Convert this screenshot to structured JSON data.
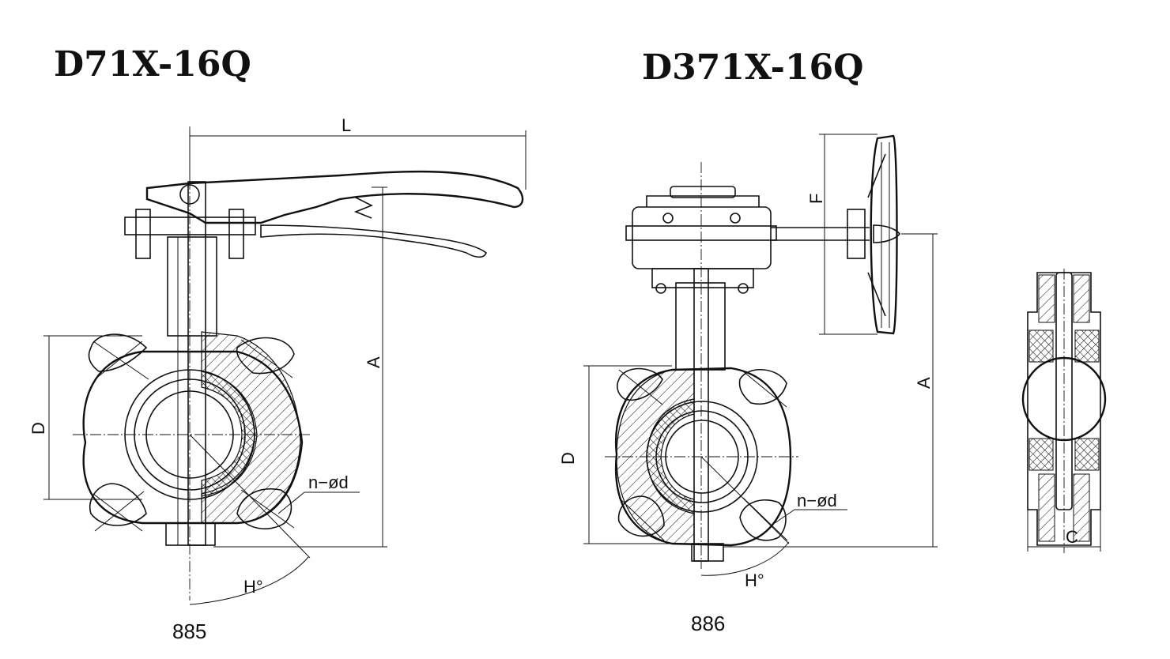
{
  "titles": {
    "left": "D71X-16Q",
    "right": "D371X-16Q"
  },
  "dimensions": {
    "L": "L",
    "A_left": "A",
    "D_left": "D",
    "nd_left": "n−ød",
    "H_left": "H°",
    "F": "F",
    "A_right": "A",
    "D_right": "D",
    "nd_right": "n−ød",
    "H_right": "H°",
    "C": "C"
  },
  "captions": {
    "left": "885",
    "right": "886"
  },
  "colors": {
    "line": "#111111",
    "background": "#ffffff"
  }
}
